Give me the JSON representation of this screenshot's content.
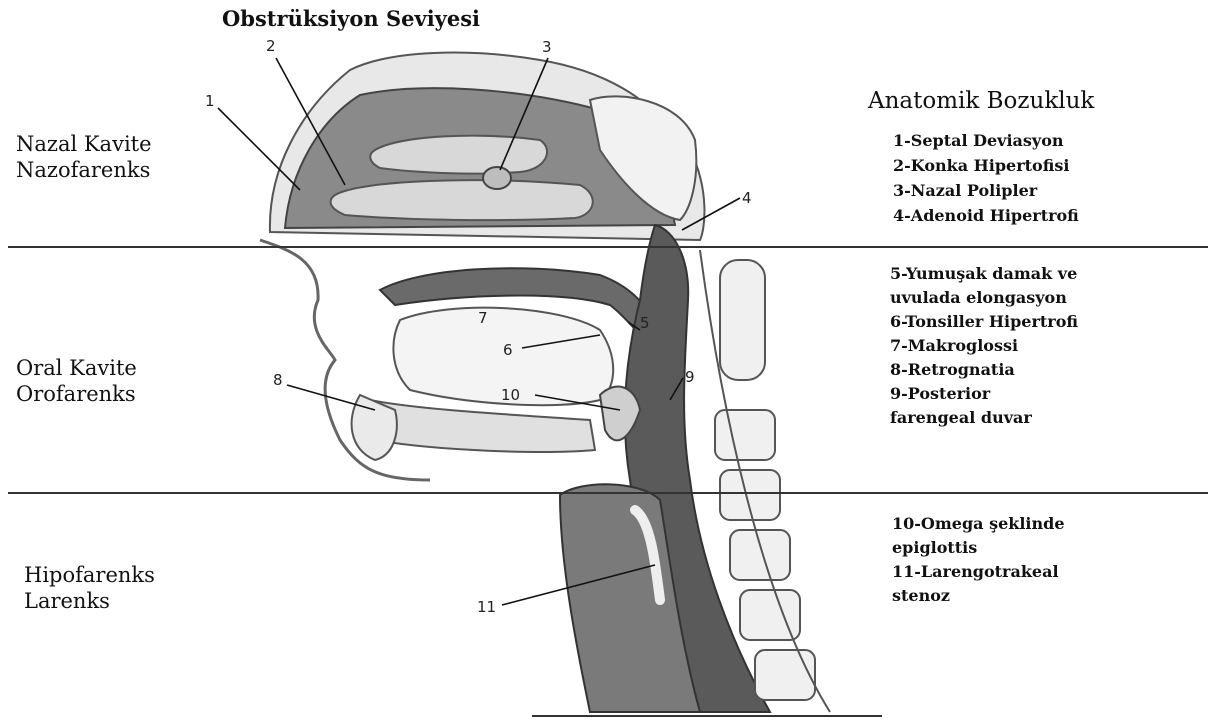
{
  "title": "Obstrüksiyon Seviyesi",
  "regions": {
    "nasal": [
      "Nazal Kavite",
      "Nazofarenks"
    ],
    "oral": [
      "Oral Kavite",
      "Orofarenks"
    ],
    "hypo": [
      "Hipofarenks",
      "Larenks"
    ]
  },
  "right_title": "Anatomik Bozukluk",
  "list_nasal": [
    "1-Septal Deviasyon",
    "2-Konka Hipertofisi",
    "3-Nazal Polipler",
    "4-Adenoid Hipertrofi"
  ],
  "list_oral": [
    "5-Yumuşak damak ve",
    "uvulada elongasyon",
    "6-Tonsiller Hipertrofi",
    "7-Makroglossi",
    "8-Retrognatia",
    "9-Posterior",
    "farengeal duvar"
  ],
  "list_hypo": [
    "10-Omega şeklinde",
    "epiglottis",
    "11-Larengotrakeal",
    "stenoz"
  ],
  "markers": [
    "1",
    "2",
    "3",
    "4",
    "5",
    "6",
    "7",
    "8",
    "9",
    "10",
    "11"
  ]
}
